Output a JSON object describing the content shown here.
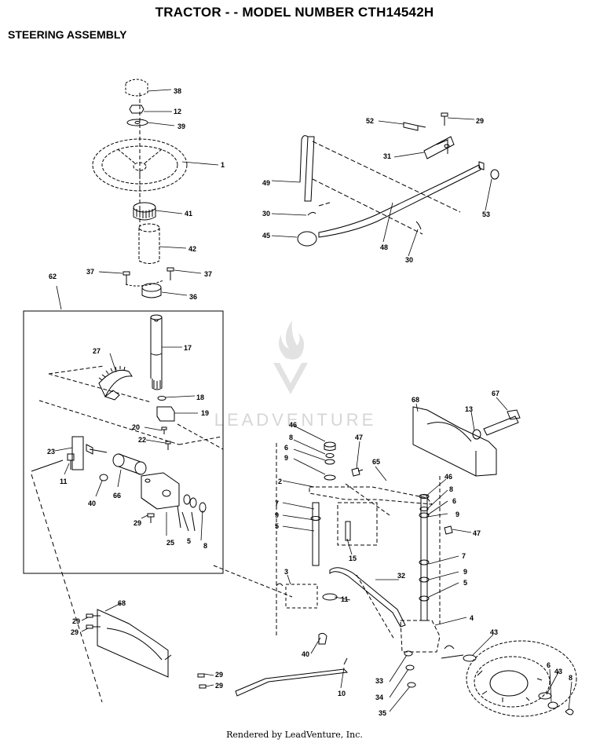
{
  "header": {
    "title": "TRACTOR - - MODEL NUMBER CTH14542H",
    "subtitle": "STEERING ASSEMBLY"
  },
  "watermark": {
    "text": "LEADVENTURE"
  },
  "footer": {
    "text": "Rendered by LeadVenture, Inc."
  },
  "callouts": [
    "38",
    "12",
    "39",
    "1",
    "41",
    "42",
    "37",
    "37",
    "36",
    "62",
    "17",
    "27",
    "18",
    "19",
    "20",
    "22",
    "23",
    "11",
    "66",
    "40",
    "29",
    "25",
    "5",
    "8",
    "52",
    "29",
    "31",
    "49",
    "30",
    "45",
    "48",
    "30",
    "53",
    "68",
    "67",
    "13",
    "46",
    "8",
    "6",
    "9",
    "47",
    "65",
    "2",
    "7",
    "9",
    "5",
    "15",
    "46",
    "8",
    "6",
    "9",
    "47",
    "7",
    "9",
    "5",
    "3",
    "32",
    "11",
    "4",
    "40",
    "43",
    "68",
    "29",
    "29",
    "29",
    "29",
    "33",
    "34",
    "35",
    "10",
    "6",
    "43",
    "8"
  ]
}
